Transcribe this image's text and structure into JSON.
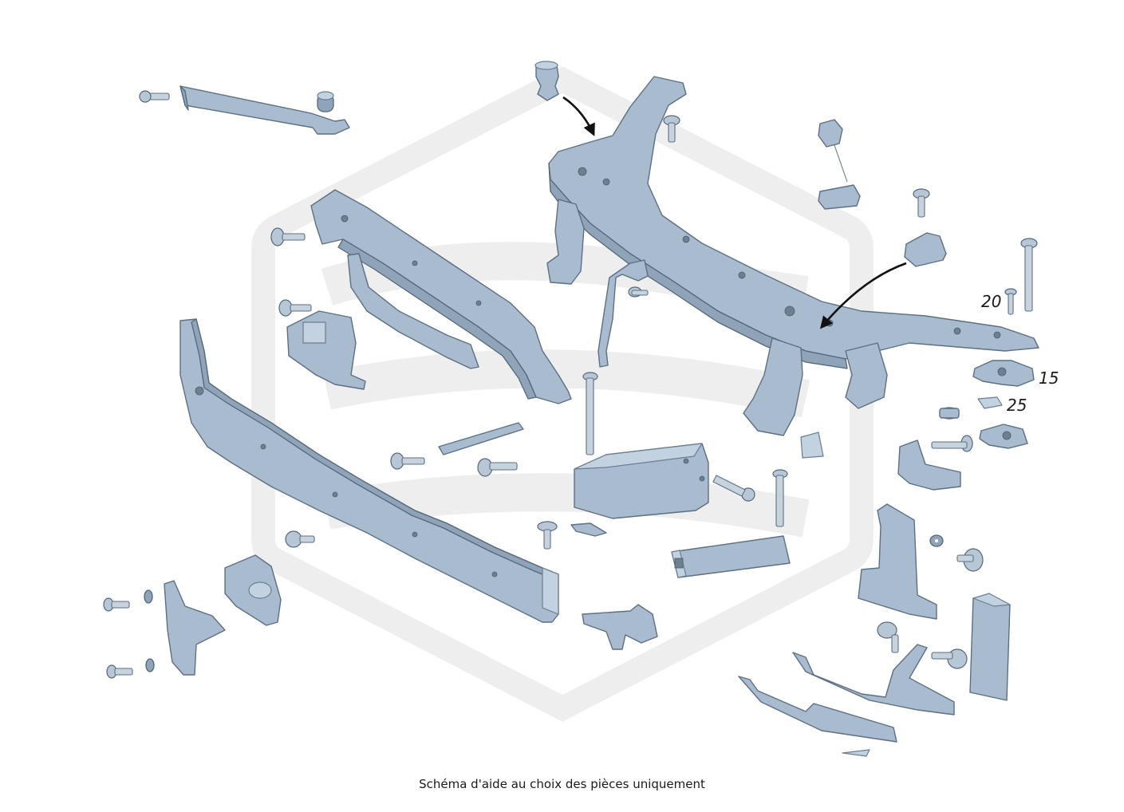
{
  "callouts": {
    "c20": "20",
    "c15": "15",
    "c25": "25"
  },
  "caption": "Schéma d'aide au choix des pièces uniquement",
  "colors": {
    "part_fill": "#a9bccf",
    "part_outline": "#5d6f82",
    "watermark": "#eeeeee",
    "arrow": "#111111"
  }
}
